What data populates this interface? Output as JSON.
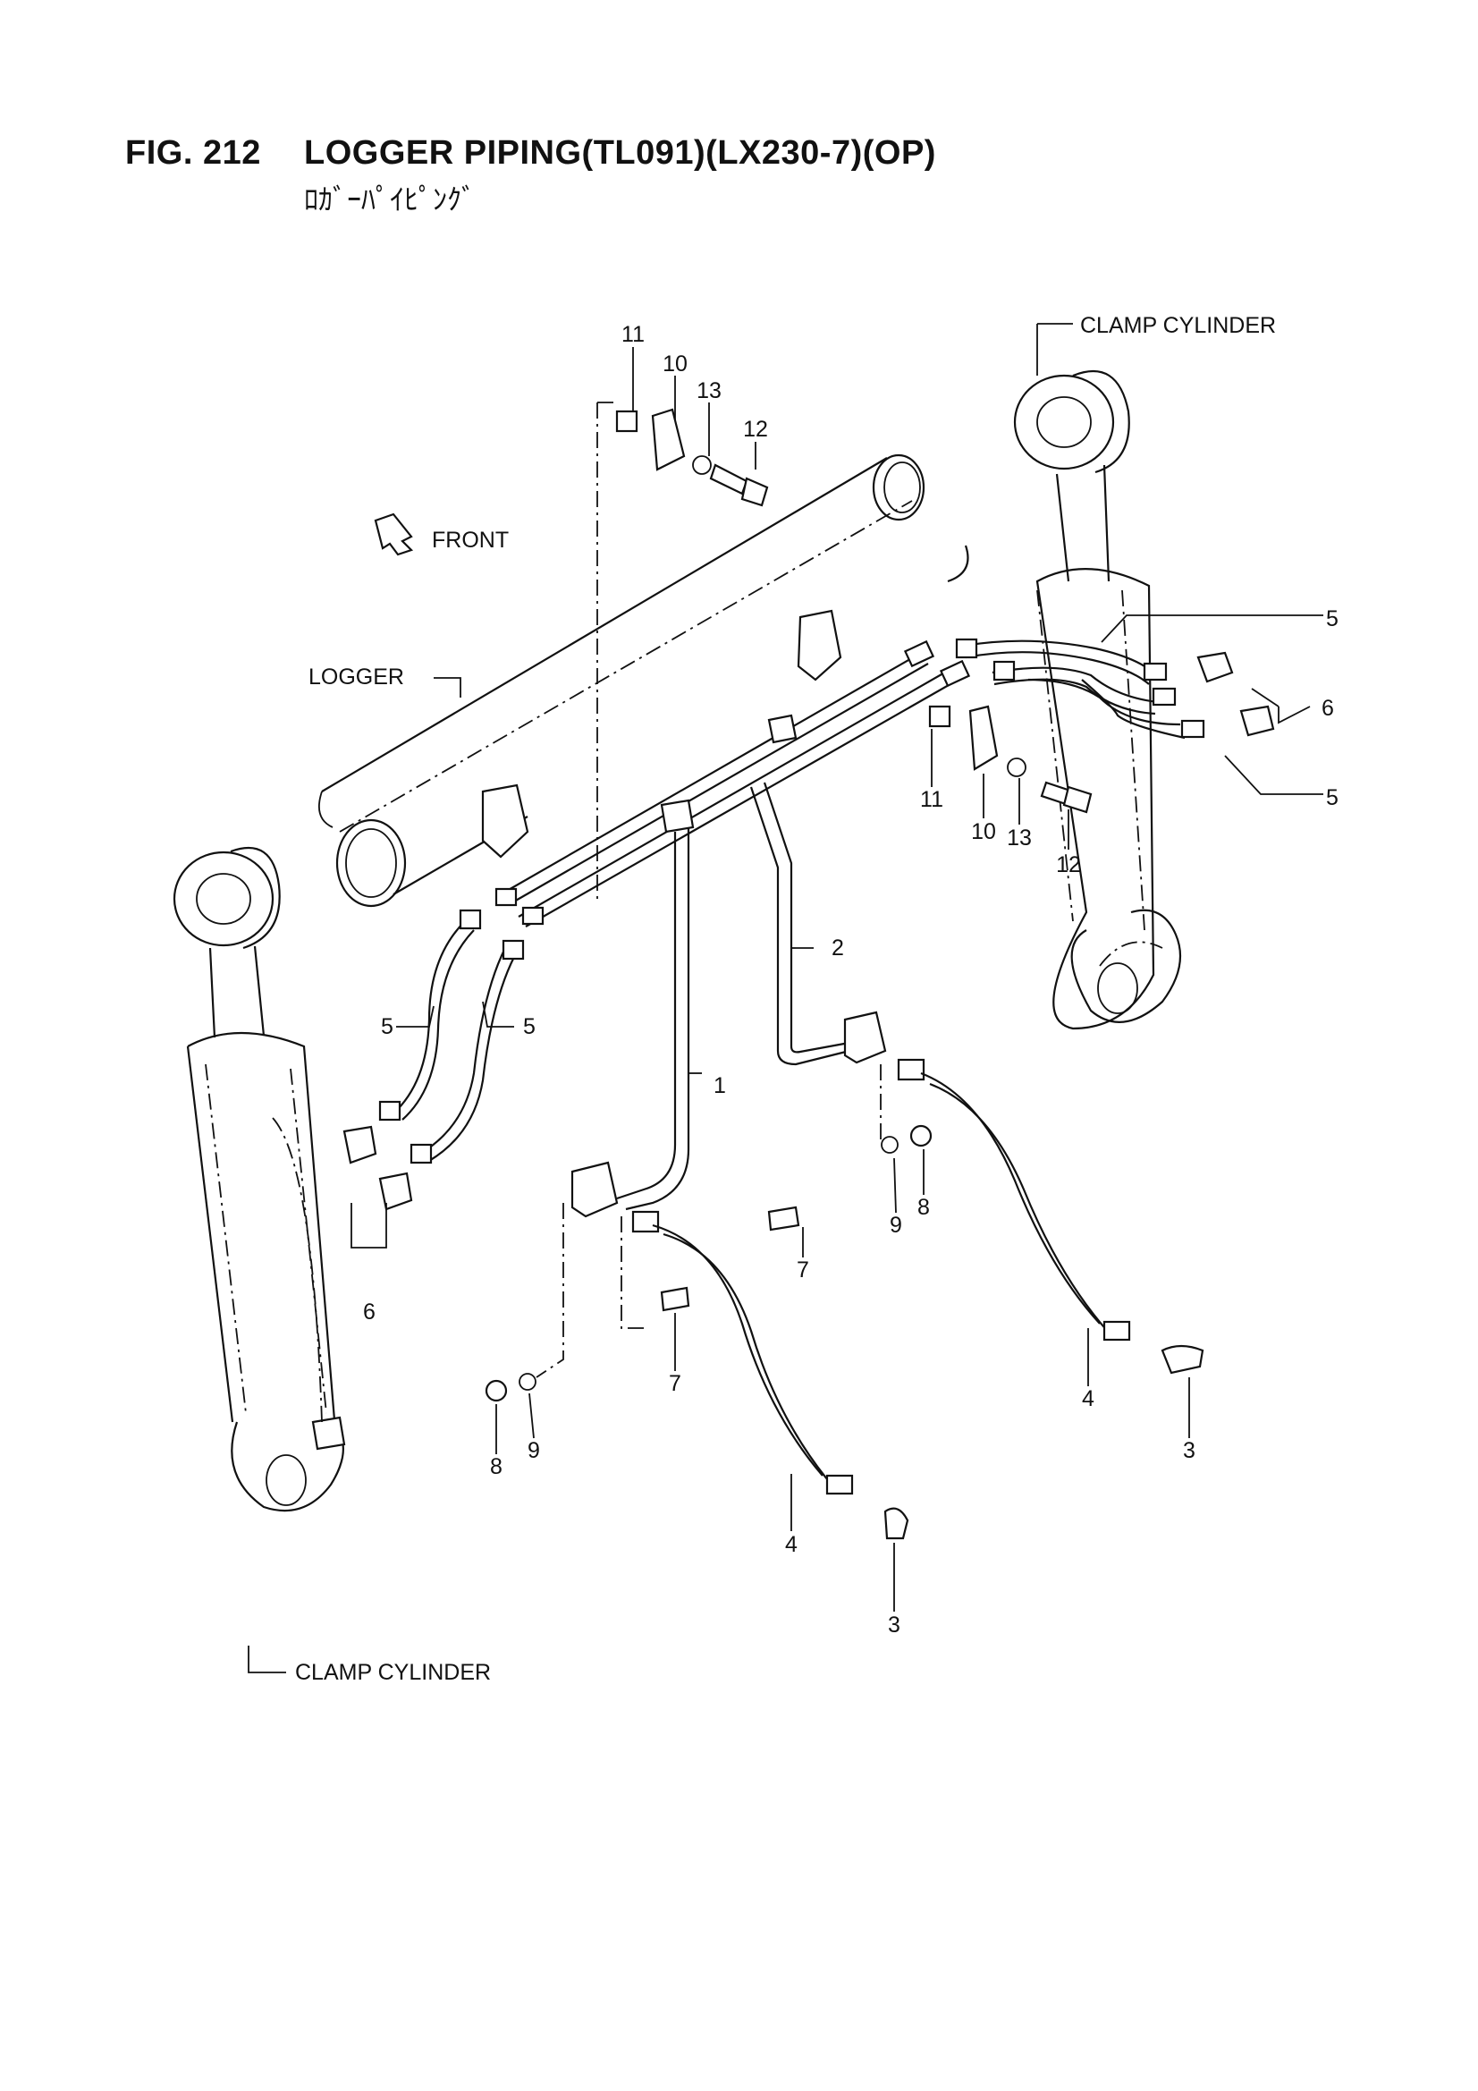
{
  "figure": {
    "number": "FIG. 212",
    "title": "LOGGER PIPING(TL091)(LX230-7)(OP)",
    "subtitle_jp": "ﾛｶﾞｰﾊﾟｲﾋﾟﾝｸﾞ"
  },
  "labels": {
    "clamp_cylinder_top": "CLAMP CYLINDER",
    "clamp_cylinder_bottom": "CLAMP CYLINDER",
    "logger": "LOGGER",
    "front": "FRONT"
  },
  "callouts": {
    "c1": "1",
    "c2": "2",
    "c3a": "3",
    "c3b": "3",
    "c4a": "4",
    "c4b": "4",
    "c5a": "5",
    "c5b": "5",
    "c5c": "5",
    "c5d": "5",
    "c6a": "6",
    "c6b": "6",
    "c7a": "7",
    "c7b": "7",
    "c8a": "8",
    "c8b": "8",
    "c9a": "9",
    "c9b": "9",
    "c10a": "10",
    "c10b": "10",
    "c11a": "11",
    "c11b": "11",
    "c12a": "12",
    "c12b": "12",
    "c13a": "13",
    "c13b": "13"
  }
}
